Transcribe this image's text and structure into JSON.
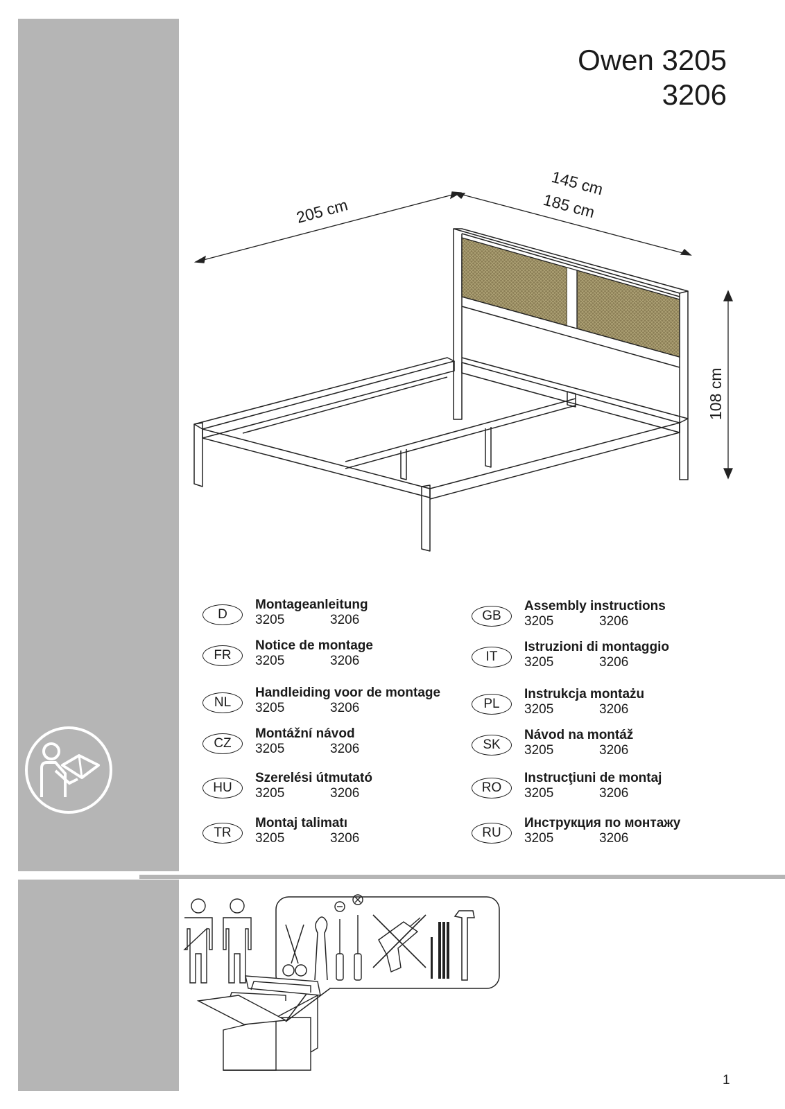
{
  "product": {
    "title_line1": "Owen 3205",
    "title_line2": "3206"
  },
  "dimensions": {
    "length": "205 cm",
    "width_a": "145 cm",
    "width_b": "185 cm",
    "height": "108 cm"
  },
  "languages": [
    {
      "code": "D",
      "name": "Montageanleitung",
      "m1": "3205",
      "m2": "3206"
    },
    {
      "code": "GB",
      "name": "Assembly instructions",
      "m1": "3205",
      "m2": "3206"
    },
    {
      "code": "FR",
      "name": "Notice de montage",
      "m1": "3205",
      "m2": "3206"
    },
    {
      "code": "IT",
      "name": "Istruzioni di montaggio",
      "m1": "3205",
      "m2": "3206"
    },
    {
      "code": "NL",
      "name": "Handleiding voor de montage",
      "m1": "3205",
      "m2": "3206"
    },
    {
      "code": "PL",
      "name": "Instrukcja montażu",
      "m1": "3205",
      "m2": "3206"
    },
    {
      "code": "CZ",
      "name": "Montážní návod",
      "m1": "3205",
      "m2": "3206"
    },
    {
      "code": "SK",
      "name": "Návod na montáž",
      "m1": "3205",
      "m2": "3206"
    },
    {
      "code": "HU",
      "name": "Szerelési útmutató",
      "m1": "3205",
      "m2": "3206"
    },
    {
      "code": "RO",
      "name": "Instrucţiuni de montaj",
      "m1": "3205",
      "m2": "3206"
    },
    {
      "code": "TR",
      "name": "Montaj talimatı",
      "m1": "3205",
      "m2": "3206"
    },
    {
      "code": "RU",
      "name": "Инструкция по монтажу",
      "m1": "3205",
      "m2": "3206"
    }
  ],
  "icons": [
    "read-manual-icon",
    "two-persons-icon",
    "scissors-icon",
    "pliers-icon",
    "flat-screwdriver-icon",
    "phillips-screwdriver-icon",
    "no-drill-icon",
    "pencil-icon",
    "folding-ruler-icon",
    "hammer-icon",
    "toolbox-icon"
  ],
  "page": {
    "number": "1"
  }
}
